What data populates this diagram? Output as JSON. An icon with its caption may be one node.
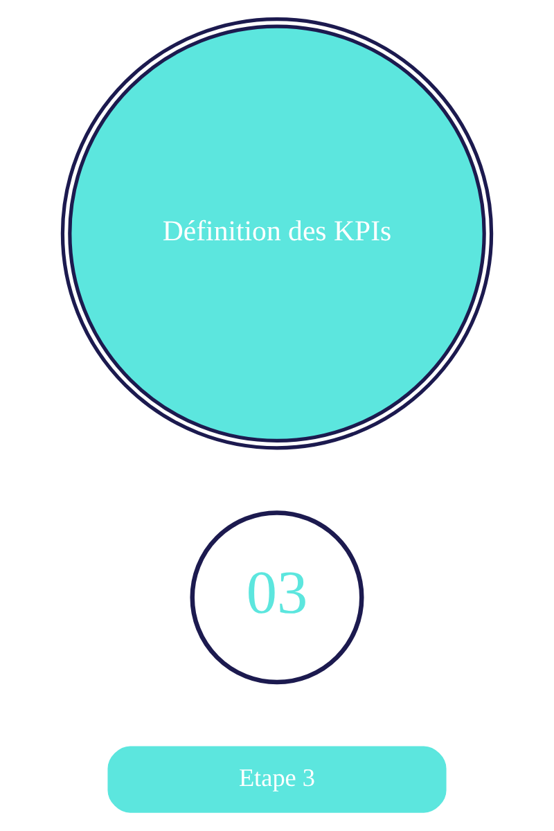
{
  "diagram": {
    "nodes": [
      {
        "text": [
          "Définition des KPIs"
        ]
      },
      {
        "text": [
          "03"
        ]
      },
      {
        "text": [
          "Etape 3"
        ]
      }
    ]
  }
}
